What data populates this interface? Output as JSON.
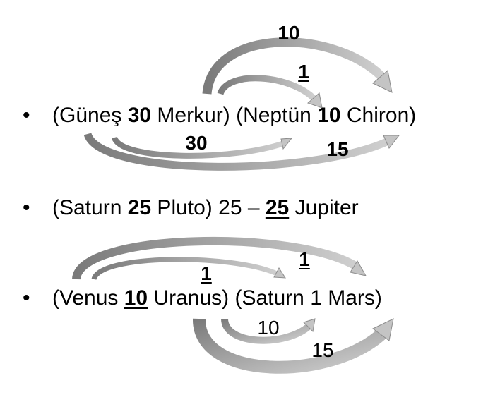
{
  "lines": [
    {
      "bullet": "•",
      "parts": [
        {
          "text": "(Güneş ",
          "bold": false,
          "underline": false
        },
        {
          "text": "30",
          "bold": true,
          "underline": false
        },
        {
          "text": " Merkur) (Neptün ",
          "bold": false,
          "underline": false
        },
        {
          "text": "10",
          "bold": true,
          "underline": false
        },
        {
          "text": " Chiron)",
          "bold": false,
          "underline": false
        }
      ]
    },
    {
      "bullet": "•",
      "parts": [
        {
          "text": "(Saturn ",
          "bold": false,
          "underline": false
        },
        {
          "text": "25",
          "bold": true,
          "underline": false
        },
        {
          "text": " Pluto) 25 – ",
          "bold": false,
          "underline": false
        },
        {
          "text": "25",
          "bold": true,
          "underline": true
        },
        {
          "text": " Jupiter",
          "bold": false,
          "underline": false
        }
      ]
    },
    {
      "bullet": "•",
      "parts": [
        {
          "text": "(Venus ",
          "bold": false,
          "underline": false
        },
        {
          "text": "10",
          "bold": true,
          "underline": true
        },
        {
          "text": " Uranus) (Saturn 1 Mars)",
          "bold": false,
          "underline": false
        }
      ]
    }
  ],
  "arrow_labels": [
    {
      "text": "10",
      "bold": true,
      "underline": false
    },
    {
      "text": "1",
      "bold": true,
      "underline": true
    },
    {
      "text": "30",
      "bold": true,
      "underline": false
    },
    {
      "text": "15",
      "bold": true,
      "underline": false
    },
    {
      "text": "1",
      "bold": true,
      "underline": true
    },
    {
      "text": "1",
      "bold": true,
      "underline": true
    },
    {
      "text": "10",
      "bold": false,
      "underline": false
    },
    {
      "text": "15",
      "bold": false,
      "underline": false
    }
  ],
  "colors": {
    "arrow_dark": "#7f7f7f",
    "arrow_light": "#c8c8c8",
    "text": "#000000"
  }
}
